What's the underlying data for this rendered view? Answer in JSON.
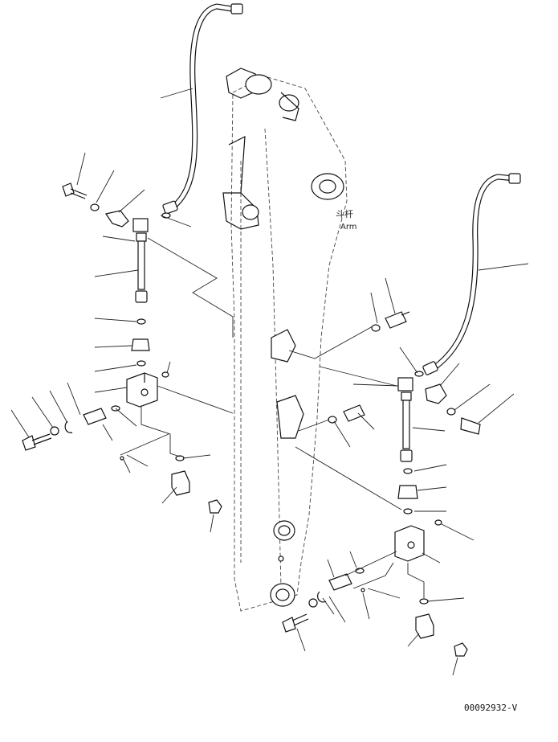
{
  "diagram": {
    "arm_label_cn": "斗杆",
    "arm_label_en": "Arm",
    "drawing_id": "00092932-V"
  },
  "colors": {
    "line": "#111111",
    "background": "#ffffff"
  }
}
